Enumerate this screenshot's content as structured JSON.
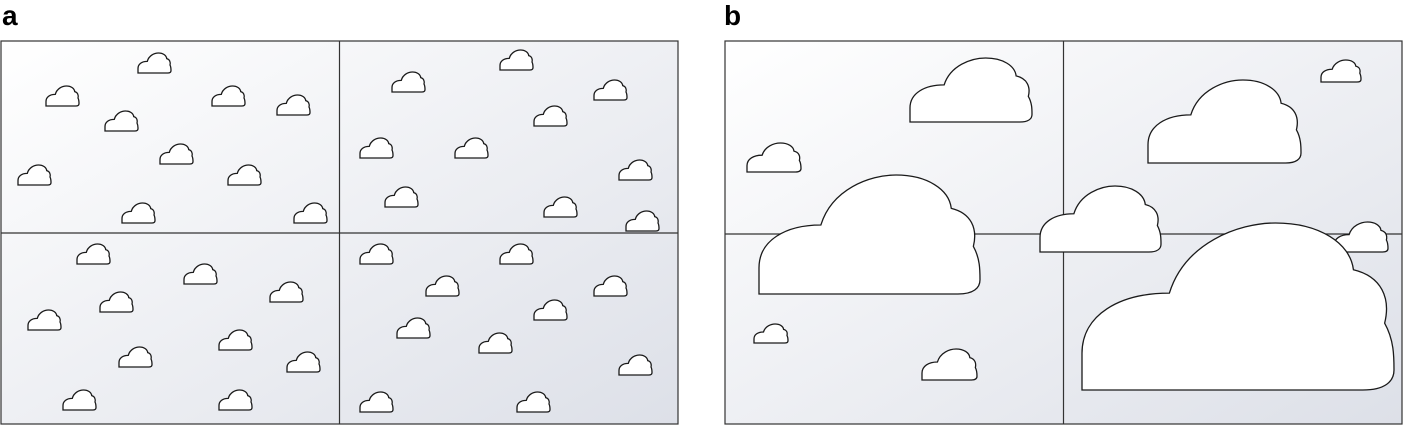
{
  "panels": [
    {
      "label": "a",
      "quadrants": [
        {
          "cloud_count": 10
        },
        {
          "cloud_count": 10
        },
        {
          "cloud_count": 10
        },
        {
          "cloud_count": 10
        }
      ]
    },
    {
      "label": "b",
      "quadrants": [
        {
          "cloud_count": 3
        },
        {
          "cloud_count": 2
        },
        {
          "cloud_count": 4
        },
        {
          "cloud_count": 3
        }
      ]
    }
  ],
  "colors": {
    "border": "#333333",
    "cloud_fill": "#ffffff",
    "cloud_stroke": "#1a1a1a",
    "gradient_start": "#ffffff",
    "gradient_end": "#dde0e8"
  },
  "icons": {
    "cloud": "cloud-icon"
  }
}
